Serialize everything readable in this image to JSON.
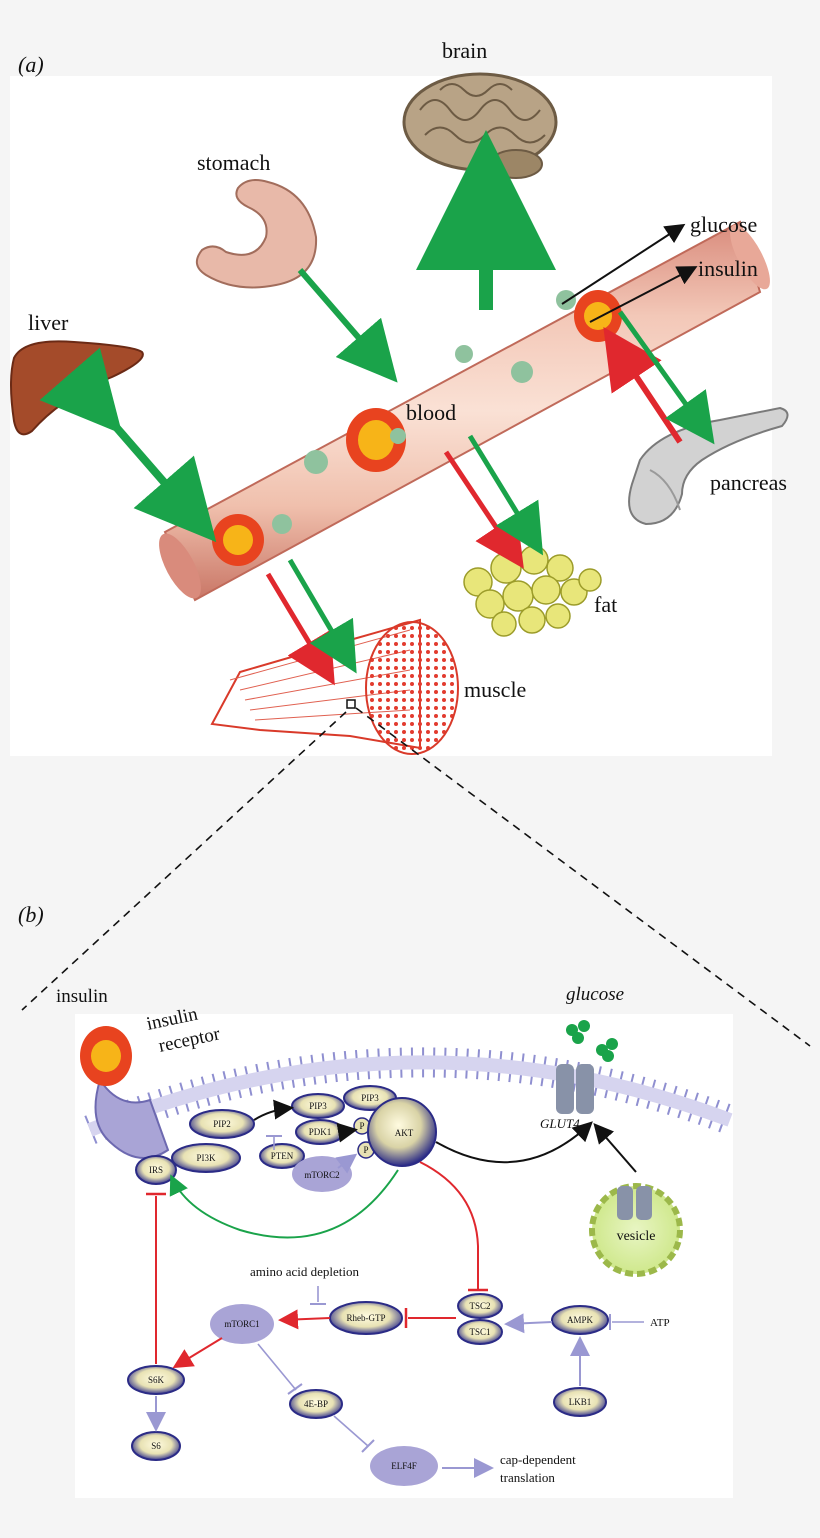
{
  "panel_a": {
    "tag": "(a)",
    "labels": {
      "brain": "brain",
      "stomach": "stomach",
      "glucose": "glucose",
      "insulin": "insulin",
      "liver": "liver",
      "blood": "blood",
      "pancreas": "pancreas",
      "fat": "fat",
      "muscle": "muscle"
    }
  },
  "panel_b": {
    "tag": "(b)",
    "labels": {
      "insulin": "insulin",
      "insulin_receptor_1": "insulin",
      "insulin_receptor_2": "receptor",
      "glucose": "glucose",
      "glut4": "GLUT4",
      "vesicle": "vesicle",
      "amino_acid_depletion": "amino acid depletion",
      "atp": "ATP",
      "cap_dependent_1": "cap-dependent",
      "cap_dependent_2": "translation"
    },
    "nodes": {
      "pip2": "PIP2",
      "pip3a": "PIP3",
      "pip3b": "PIP3",
      "pi3k": "PI3K",
      "pten": "PTEN",
      "pdk1": "PDK1",
      "p1": "P",
      "p2": "P",
      "akt": "AKT",
      "mtorc2": "mTORC2",
      "irs": "IRS",
      "mtorc1": "mTORC1",
      "rheb": "Rheb-GTP",
      "tsc2": "TSC2",
      "tsc1": "TSC1",
      "ampk": "AMPK",
      "lkb1": "LKB1",
      "s6k": "S6K",
      "s6": "S6",
      "4ebp": "4E-BP",
      "elf4f": "ELF4F"
    }
  },
  "colors": {
    "green_arrow": "#1aa34a",
    "red_arrow": "#e0282e",
    "node_fill": "#3b3b8f",
    "node_face": "#f2eec7",
    "membrane": "#8f8fd0",
    "cloud": "#a9a4d6"
  }
}
